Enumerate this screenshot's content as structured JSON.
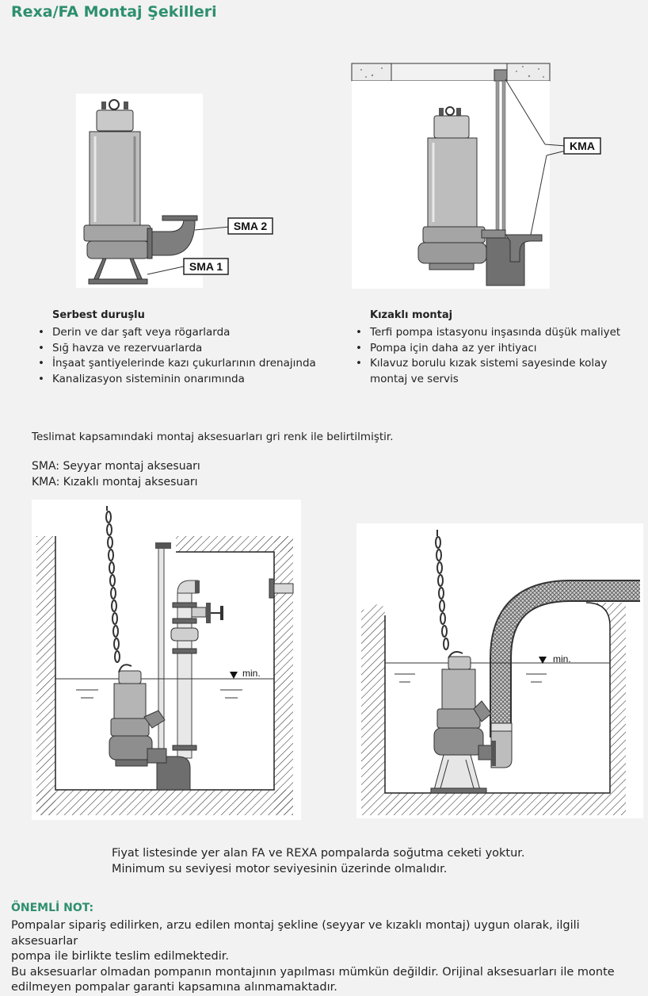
{
  "title": "Rexa/FA Montaj Şekilleri",
  "labels": {
    "sma2": "SMA 2",
    "sma1": "SMA 1",
    "kma": "KMA",
    "min": "min."
  },
  "free_standing": {
    "heading": "Serbest duruşlu",
    "items": [
      "Derin ve dar şaft veya rögarlarda",
      "Sığ havza ve rezervuarlarda",
      "İnşaat şantiyelerinde kazı çukurlarının drenajında",
      "Kanalizasyon sisteminin onarımında"
    ]
  },
  "rail_mount": {
    "heading": "Kızaklı montaj",
    "items": [
      "Terfi pompa istasyonu inşasında düşük maliyet",
      "Pompa için daha az yer ihtiyacı",
      "Kılavuz borulu kızak sistemi sayesinde kolay montaj ve servis"
    ]
  },
  "delivery_note": "Teslimat kapsamındaki montaj aksesuarları gri renk ile belirtilmiştir.",
  "legend": {
    "sma": "SMA: Seyyar montaj aksesuarı",
    "kma": "KMA: Kızaklı montaj aksesuarı"
  },
  "cooling_note": [
    "Fiyat listesinde yer alan FA ve REXA pompalarda soğutma ceketi yoktur.",
    "Minimum su seviyesi motor seviyesinin üzerinde olmalıdır."
  ],
  "important": {
    "title": "ÖNEMLİ NOT:",
    "lines": [
      "Pompalar sipariş edilirken, arzu edilen montaj şekline (seyyar ve kızaklı montaj) uygun olarak, ilgili aksesuarlar",
      "pompa ile birlikte teslim edilmektedir.",
      "Bu aksesuarlar olmadan pompanın montajının yapılması mümkün değildir. Orijinal aksesuarları ile monte",
      "edilmeyen pompalar garanti kapsamına alınmamaktadır."
    ]
  },
  "colors": {
    "title_green": "#2e8f6e",
    "accessory_gray": "#8c8c8c"
  }
}
